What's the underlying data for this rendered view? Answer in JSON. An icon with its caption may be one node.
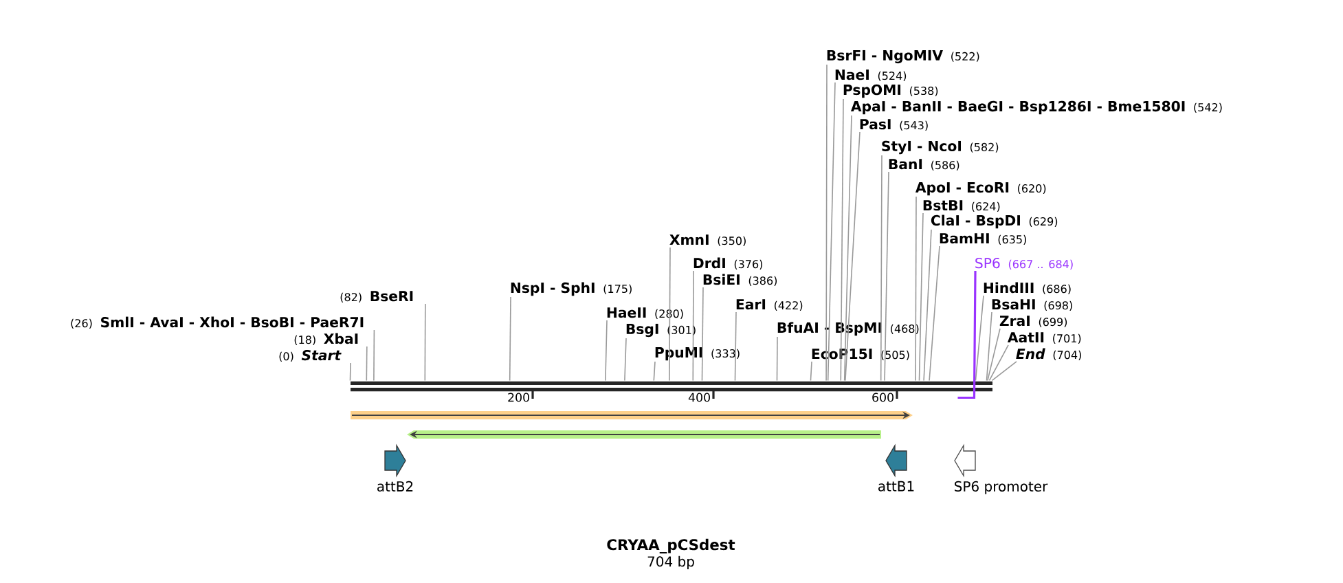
{
  "diagram": {
    "title": "CRYAA_pCSdest",
    "caption": "704 bp",
    "nodes": [
      {
        "text": [
          "(0)",
          "Start"
        ]
      },
      {
        "text": [
          "(18)",
          "XbaI"
        ]
      },
      {
        "text": [
          "(26)",
          "SmlI - AvaI - XhoI - BsoBI - PaeR7I"
        ]
      },
      {
        "text": [
          "(82)",
          "BseRI"
        ]
      },
      {
        "text": [
          "NspI - SphI",
          "(175)"
        ]
      },
      {
        "text": [
          "HaeII",
          "(280)"
        ]
      },
      {
        "text": [
          "BsgI",
          "(301)"
        ]
      },
      {
        "text": [
          "PpuMI",
          "(333)"
        ]
      },
      {
        "text": [
          "XmnI",
          "(350)"
        ]
      },
      {
        "text": [
          "DrdI",
          "(376)"
        ]
      },
      {
        "text": [
          "BsiEI",
          "(386)"
        ]
      },
      {
        "text": [
          "EarI",
          "(422)"
        ]
      },
      {
        "text": [
          "BfuAI - BspMI",
          "(468)"
        ]
      },
      {
        "text": [
          "EcoP15I",
          "(505)"
        ]
      },
      {
        "text": [
          "BsrFI - NgoMIV",
          "(522)"
        ]
      },
      {
        "text": [
          "NaeI",
          "(524)"
        ]
      },
      {
        "text": [
          "PspOMI",
          "(538)"
        ]
      },
      {
        "text": [
          "ApaI - BanII - BaeGI - Bsp1286I - Bme1580I",
          "(542)"
        ]
      },
      {
        "text": [
          "PasI",
          "(543)"
        ]
      },
      {
        "text": [
          "StyI - NcoI",
          "(582)"
        ]
      },
      {
        "text": [
          "BanI",
          "(586)"
        ]
      },
      {
        "text": [
          "ApoI - EcoRI",
          "(620)"
        ]
      },
      {
        "text": [
          "BstBI",
          "(624)"
        ]
      },
      {
        "text": [
          "ClaI - BspDI",
          "(629)"
        ]
      },
      {
        "text": [
          "BamHI",
          "(635)"
        ]
      },
      {
        "text": [
          "SP6",
          "(667 .. 684)"
        ]
      },
      {
        "text": [
          "HindIII",
          "(686)"
        ]
      },
      {
        "text": [
          "BsaHI",
          "(698)"
        ]
      },
      {
        "text": [
          "ZraI",
          "(699)"
        ]
      },
      {
        "text": [
          "AatII",
          "(701)"
        ]
      },
      {
        "text": [
          "End",
          "(704)"
        ]
      },
      {
        "text": [],
        "shape": "bar"
      },
      {
        "text": [
          "attB2"
        ]
      },
      {
        "text": [
          "attB1"
        ]
      },
      {
        "text": [
          "SP6 promoter"
        ]
      }
    ],
    "edges": [
      {
        "from": 0,
        "to": 31,
        "arrow": "none"
      },
      {
        "from": 1,
        "to": 31,
        "arrow": "none"
      },
      {
        "from": 2,
        "to": 31,
        "arrow": "none"
      },
      {
        "from": 3,
        "to": 31,
        "arrow": "none"
      },
      {
        "from": 4,
        "to": 31,
        "arrow": "none"
      },
      {
        "from": 5,
        "to": 31,
        "arrow": "none"
      },
      {
        "from": 6,
        "to": 31,
        "arrow": "none"
      },
      {
        "from": 7,
        "to": 31,
        "arrow": "none"
      },
      {
        "from": 8,
        "to": 31,
        "arrow": "none"
      },
      {
        "from": 9,
        "to": 31,
        "arrow": "none"
      },
      {
        "from": 10,
        "to": 31,
        "arrow": "none"
      },
      {
        "from": 11,
        "to": 31,
        "arrow": "none"
      },
      {
        "from": 12,
        "to": 31,
        "arrow": "none"
      },
      {
        "from": 13,
        "to": 31,
        "arrow": "none"
      },
      {
        "from": 14,
        "to": 31,
        "arrow": "none"
      },
      {
        "from": 15,
        "to": 31,
        "arrow": "none"
      },
      {
        "from": 16,
        "to": 31,
        "arrow": "none"
      },
      {
        "from": 17,
        "to": 31,
        "arrow": "none"
      },
      {
        "from": 18,
        "to": 31,
        "arrow": "none"
      },
      {
        "from": 19,
        "to": 31,
        "arrow": "none"
      },
      {
        "from": 20,
        "to": 31,
        "arrow": "none"
      },
      {
        "from": 21,
        "to": 31,
        "arrow": "none"
      },
      {
        "from": 22,
        "to": 31,
        "arrow": "none"
      },
      {
        "from": 23,
        "to": 31,
        "arrow": "none"
      },
      {
        "from": 24,
        "to": 31,
        "arrow": "none"
      },
      {
        "from": 25,
        "to": 31,
        "arrow": "none",
        "color": "#9933ff"
      },
      {
        "from": 26,
        "to": 31,
        "arrow": "none"
      },
      {
        "from": 27,
        "to": 31,
        "arrow": "none"
      },
      {
        "from": 28,
        "to": 31,
        "arrow": "none"
      },
      {
        "from": 29,
        "to": 31,
        "arrow": "none"
      },
      {
        "from": 30,
        "to": 31,
        "arrow": "none"
      }
    ],
    "labels": [
      "200",
      "400",
      "600"
    ]
  }
}
